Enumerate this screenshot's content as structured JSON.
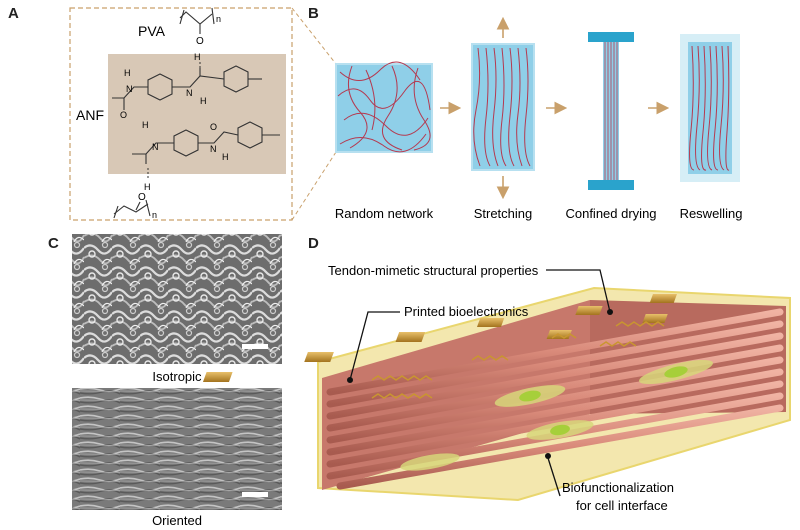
{
  "panels": {
    "A": {
      "label": "A",
      "pva_label": "PVA",
      "anf_label": "ANF",
      "subscript_n": "n",
      "atoms": {
        "O": "O",
        "H": "H",
        "N": "N"
      }
    },
    "B": {
      "label": "B",
      "steps": [
        "Random network",
        "Stretching",
        "Confined drying",
        "Reswelling"
      ]
    },
    "C": {
      "label": "C",
      "captions": [
        "Isotropic",
        "Oriented"
      ]
    },
    "D": {
      "label": "D",
      "callouts": [
        "Tendon-mimetic structural properties",
        "Printed bioelectronics",
        "Biofunctionalization",
        "for cell interface"
      ]
    }
  },
  "colors": {
    "hydrogel_blue": "#8fcfe8",
    "fiber_red": "#b5394f",
    "arrow_tan": "#c9a06b",
    "anf_box": "#d8c8b6",
    "clamp_blue": "#2aa3cc",
    "tendon_pink": "#d98a7a",
    "gold": "#c9962f",
    "sheath_yellow": "#e6cf55",
    "cell_green": "#a6cf3a"
  }
}
